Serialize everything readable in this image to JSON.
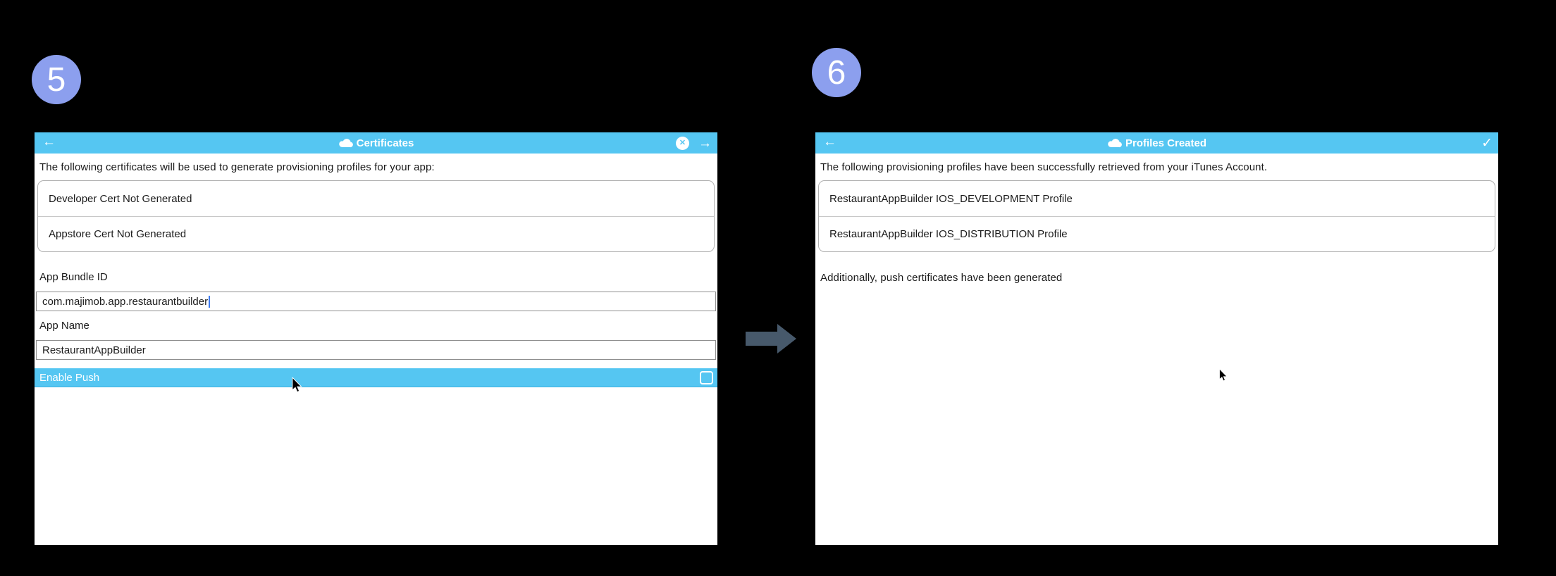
{
  "colors": {
    "background": "#000000",
    "header_blue": "#55c6f2",
    "highlight_row_blue": "#55c6f2",
    "step_badge_purple": "#8c9fee",
    "flow_arrow_gray": "#47596b",
    "text_caret_blue": "#3e7bf0",
    "panel_background": "#ffffff",
    "text_color": "#1b1b1b"
  },
  "icons": {
    "back": "←",
    "forward": "→",
    "close": "✕",
    "check": "✓",
    "cloud": "cloud-icon"
  },
  "left_panel": {
    "step_number": "5",
    "header_title": "Certificates",
    "intro": "The following certificates will be used to generate provisioning profiles for your app:",
    "cert_list": [
      "Developer Cert Not Generated",
      "Appstore Cert Not Generated"
    ],
    "fields": [
      {
        "label": "App Bundle ID",
        "value": "com.majimob.app.restaurantbuilder"
      },
      {
        "label": "App Name",
        "value": "RestaurantAppBuilder"
      }
    ],
    "toggle_row": {
      "label": "Enable Push",
      "checked": false
    }
  },
  "right_panel": {
    "step_number": "6",
    "header_title": "Profiles Created",
    "intro": "The following provisioning profiles have been successfully retrieved from your iTunes Account.",
    "profile_list": [
      "RestaurantAppBuilder IOS_DEVELOPMENT Profile",
      "RestaurantAppBuilder IOS_DISTRIBUTION Profile"
    ],
    "note": "Additionally, push certificates have been generated"
  }
}
